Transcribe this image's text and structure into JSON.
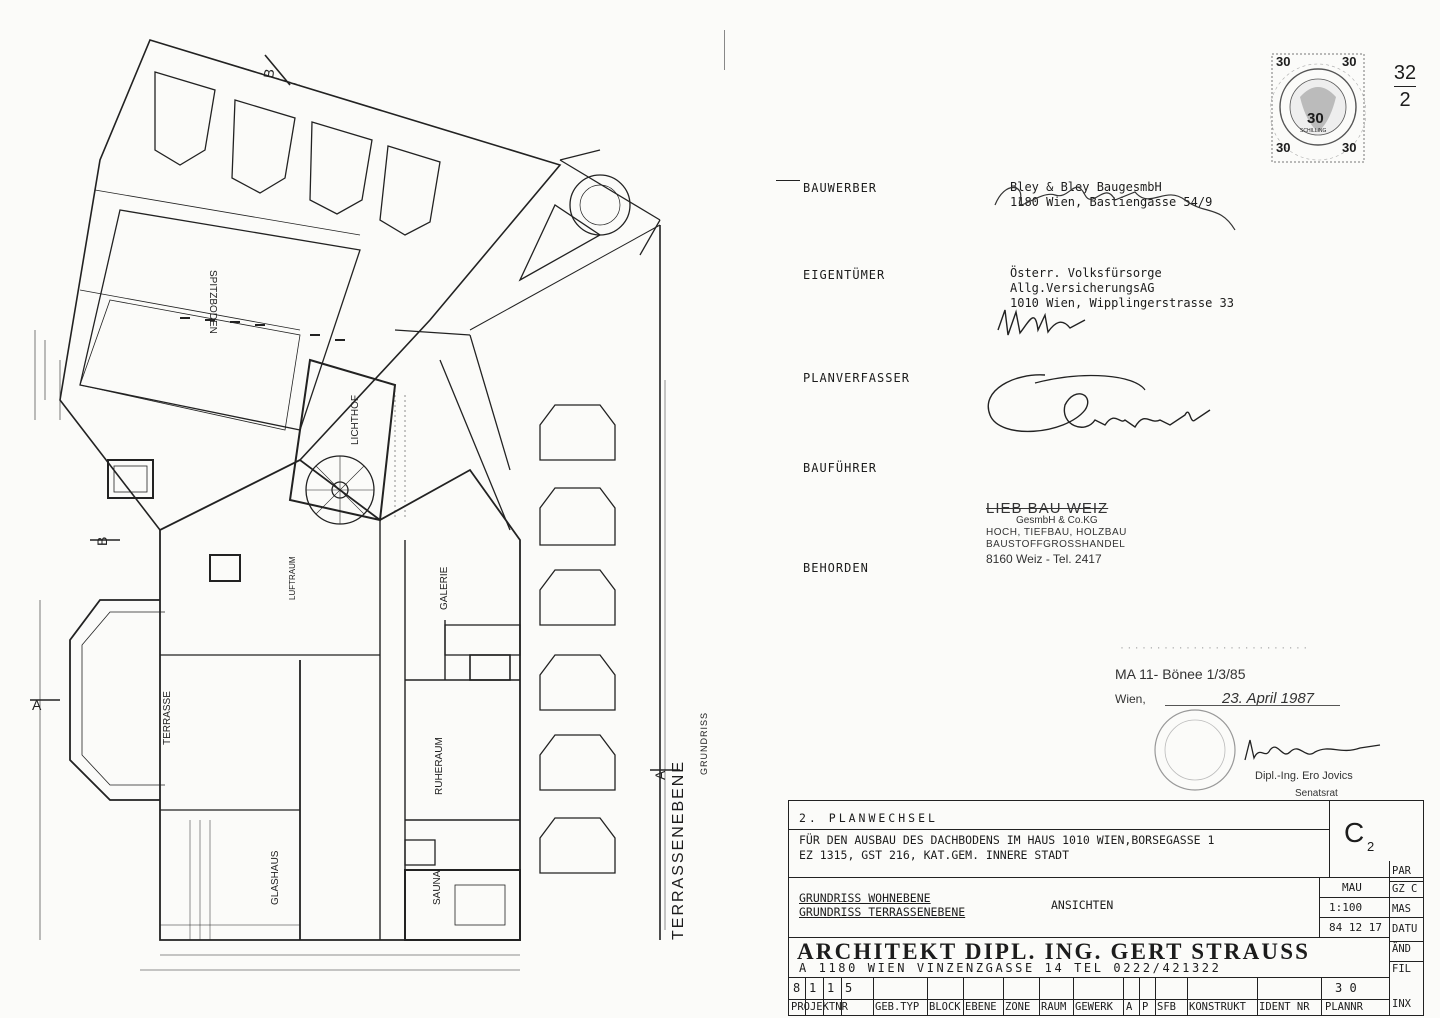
{
  "sheet_number": [
    "32",
    "2"
  ],
  "stamp": {
    "value": "30",
    "currency": "SCHILLING"
  },
  "parties": [
    {
      "label": "BAUWERBER",
      "lines": [
        "Bley & Bley BaugesmbH",
        "1180 Wien, Bastiengasse 54/9"
      ]
    },
    {
      "label": "EIGENTÜMER",
      "lines": [
        "Österr. Volksfürsorge",
        "Allg.VersicherungsAG",
        "1010 Wien, Wipplingerstrasse 33"
      ]
    },
    {
      "label": "PLANVERFASSER",
      "lines": []
    },
    {
      "label": "BAUFÜHRER",
      "lines": []
    },
    {
      "label": "BEHORDEN",
      "lines": []
    }
  ],
  "contractor_stamp": {
    "name": "LIEB BAU WEIZ",
    "line1": "GesmbH & Co.KG",
    "line2": "HOCH, TIEFBAU, HOLZBAU",
    "line3": "BAUSTOFFGROSSHANDEL",
    "line4": "8160 Weiz - Tel. 2417"
  },
  "authority_approval": {
    "ref": "MA 11- Bönee 1/3/85",
    "place": "Wien,",
    "date": "23. April 1987",
    "official": "Dipl.-Ing. Ero Jovics",
    "title": "Senatsrat"
  },
  "title_block": {
    "heading": "2. PLANWECHSEL",
    "desc_line1": "FÜR DEN AUSBAU DES DACHBODENS IM HAUS 1010 WIEN,BORSEGASSE 1",
    "desc_line2": "EZ 1315, GST 216, KAT.GEM. INNERE STADT",
    "sheet_code": "C",
    "sheet_index": "2",
    "content_line1": "GRUNDRISS WOHNEBENE",
    "content_line2": "GRUNDRISS TERRASSENEBENE",
    "content_extra": "ANSICHTEN",
    "mau": "MAU",
    "scale": "1:100",
    "date": "84 12 17",
    "right_col": [
      "PAR",
      "GZ C",
      "MAS",
      "DATU",
      "ÄND",
      "FIL",
      "INX"
    ],
    "architect": "ARCHITEKT DIPL. ING. GERT STRAUSS",
    "address": "A 1180 WIEN VINZENZGASSE 14 TEL 0222/421322",
    "code_numbers": [
      "8",
      "1",
      "1",
      "5"
    ],
    "plan_no": "3 0",
    "footer_cells": [
      "PROJEKTNR",
      "GEB.TYP",
      "BLOCK",
      "EBENE",
      "ZONE",
      "RAUM",
      "GEWERK",
      "A",
      "P",
      "SFB",
      "KONSTRUKT",
      "IDENT NR",
      "PLANNR"
    ]
  },
  "plan": {
    "view_label": "TERRASSENEBENE",
    "view_sub": "GRUNDRISS",
    "section_marks": [
      "A",
      "A",
      "B",
      "B"
    ],
    "rooms": [
      {
        "name": "LICHTHOF"
      },
      {
        "name": "GALERIE"
      },
      {
        "name": "RUHERAUM"
      },
      {
        "name": "TERRASSE"
      },
      {
        "name": "SAUNA"
      },
      {
        "name": "GLASHAUS"
      },
      {
        "name": "SPITZBODEN"
      },
      {
        "name": "LUFTRAUM"
      }
    ]
  }
}
